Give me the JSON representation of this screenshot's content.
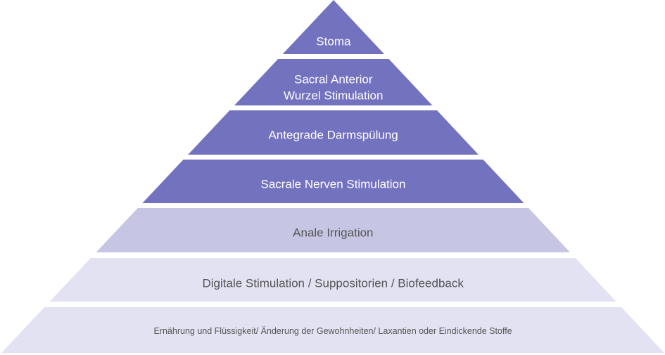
{
  "colors": {
    "dark": "#7372bf",
    "medium": "#c6c6e4",
    "light": "#e2e2f2",
    "text_light": "#ffffff",
    "text_dark": "#555555",
    "gap": "#ffffff"
  },
  "tiers": [
    {
      "lines": [
        "Stoma"
      ],
      "style": "dark"
    },
    {
      "lines": [
        "Sacral Anterior",
        "Wurzel Stimulation"
      ],
      "style": "dark"
    },
    {
      "lines": [
        "Antegrade Darmspülung"
      ],
      "style": "dark"
    },
    {
      "lines": [
        "Sacrale Nerven Stimulation"
      ],
      "style": "dark"
    },
    {
      "lines": [
        "Anale Irrigation"
      ],
      "style": "medium"
    },
    {
      "lines": [
        "Digitale Stimulation / Suppositorien / Biofeedback"
      ],
      "style": "light"
    },
    {
      "lines": [
        "Ernährung und Flüssigkeit/ Änderung der Gewohnheiten/ Laxantien oder Eindickende Stoffe"
      ],
      "style": "light"
    }
  ]
}
